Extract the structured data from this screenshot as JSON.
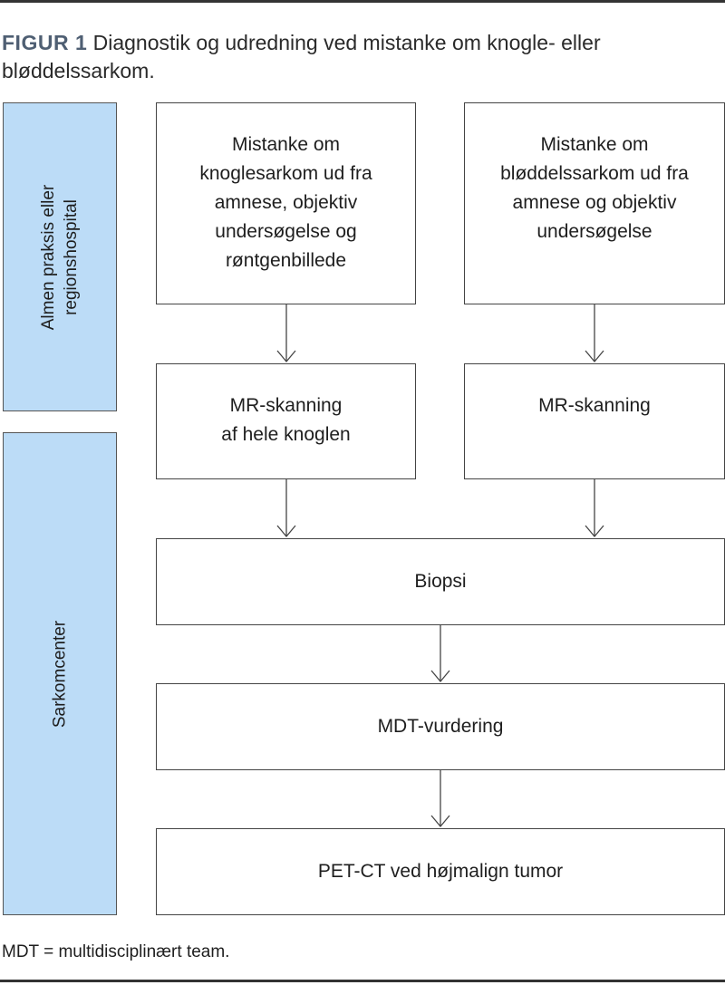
{
  "figure": {
    "label": "FIGUR 1",
    "title": "Diagnostik og udredning ved mistanke om knogle- eller bløddelssarkom."
  },
  "sidebars": [
    {
      "id": "side-general",
      "lines": [
        "Almen praksis eller",
        "regionshospital"
      ]
    },
    {
      "id": "side-sarcoma",
      "lines": [
        "Sarkomcenter"
      ]
    }
  ],
  "nodes": {
    "bone_suspicion": {
      "lines": [
        "Mistanke om",
        "knoglesarkom ud fra",
        "amnese, objektiv",
        "undersøgelse og",
        "røntgenbillede"
      ]
    },
    "soft_suspicion": {
      "lines": [
        "Mistanke om",
        "bløddelssarkom ud fra",
        "amnese og objektiv",
        "undersøgelse"
      ]
    },
    "bone_mr": {
      "lines": [
        "MR-skanning",
        "af hele knoglen"
      ]
    },
    "soft_mr": {
      "lines": [
        "MR-skanning"
      ]
    },
    "biopsy": {
      "lines": [
        "Biopsi"
      ]
    },
    "mdt": {
      "lines": [
        "MDT-vurdering"
      ]
    },
    "petct": {
      "lines": [
        "PET-CT ved højmalign tumor"
      ]
    }
  },
  "edges": [
    {
      "from": "bone_suspicion",
      "to": "bone_mr"
    },
    {
      "from": "soft_suspicion",
      "to": "soft_mr"
    },
    {
      "from": "bone_mr",
      "to": "biopsy"
    },
    {
      "from": "soft_mr",
      "to": "biopsy"
    },
    {
      "from": "biopsy",
      "to": "mdt"
    },
    {
      "from": "mdt",
      "to": "petct"
    }
  ],
  "footnote": "MDT = multidisciplinært team.",
  "colors": {
    "sidebar_fill": "#bcdcf7",
    "border": "#444444",
    "label": "#4f5f73"
  }
}
